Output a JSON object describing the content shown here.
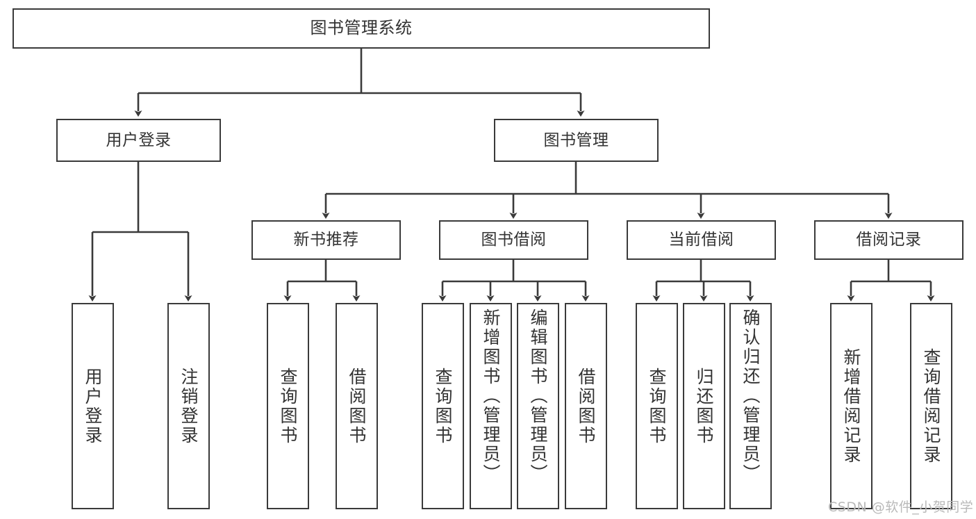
{
  "diagram": {
    "type": "tree-hierarchy-chart",
    "title": "图书管理系统",
    "stroke_color": "#3a3a3a",
    "text_color": "#333333",
    "background": "#ffffff",
    "watermark": "CSDN @软件_小贺同学"
  },
  "nodes": {
    "root": {
      "label": "图书管理系统"
    },
    "level1": [
      {
        "id": "user-login",
        "label": "用户登录"
      },
      {
        "id": "book-management",
        "label": "图书管理"
      }
    ],
    "level2": [
      {
        "id": "new-book-recommend",
        "label": "新书推荐"
      },
      {
        "id": "book-borrow",
        "label": "图书借阅"
      },
      {
        "id": "current-borrow",
        "label": "当前借阅"
      },
      {
        "id": "borrow-record",
        "label": "借阅记录"
      }
    ],
    "leaves": {
      "user_login": [
        {
          "id": "leaf-user-login",
          "label": "用户登录"
        },
        {
          "id": "leaf-logout-login",
          "label": "注销登录"
        }
      ],
      "new_book_recommend": [
        {
          "id": "leaf-query-book-1",
          "label": "查询图书"
        },
        {
          "id": "leaf-borrow-book-1",
          "label": "借阅图书"
        }
      ],
      "book_borrow": [
        {
          "id": "leaf-query-book-2",
          "label": "查询图书"
        },
        {
          "id": "leaf-add-book",
          "label": "新增图书（管理员）"
        },
        {
          "id": "leaf-edit-book",
          "label": "编辑图书（管理员）"
        },
        {
          "id": "leaf-borrow-book-2",
          "label": "借阅图书"
        }
      ],
      "current_borrow": [
        {
          "id": "leaf-query-book-3",
          "label": "查询图书"
        },
        {
          "id": "leaf-return-book",
          "label": "归还图书"
        },
        {
          "id": "leaf-confirm-return",
          "label": "确认归还（管理员）"
        }
      ],
      "borrow_record": [
        {
          "id": "leaf-add-record",
          "label": "新增借阅记录"
        },
        {
          "id": "leaf-query-record",
          "label": "查询借阅记录"
        }
      ]
    }
  }
}
